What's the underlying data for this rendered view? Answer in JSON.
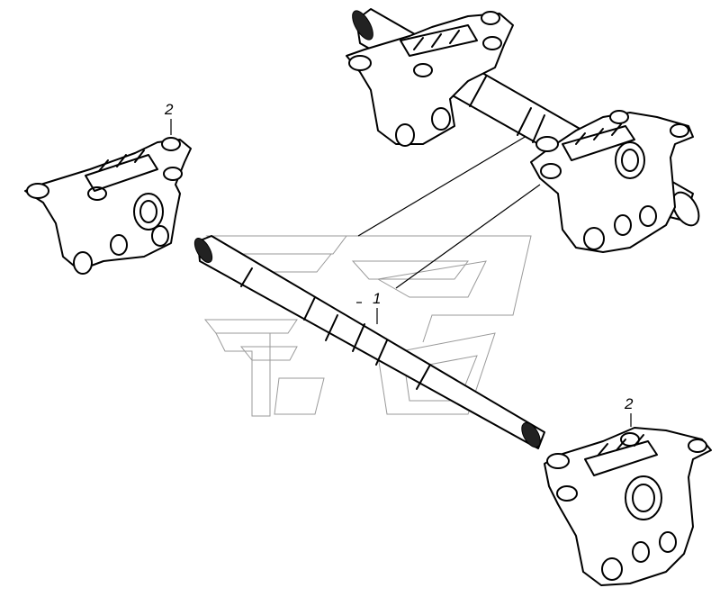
{
  "callouts": {
    "shaft": "1",
    "bracket_left": "2",
    "bracket_bottom": "2"
  },
  "colors": {
    "line": "#000000",
    "watermark": "#9a9a9a",
    "background": "#ffffff"
  }
}
